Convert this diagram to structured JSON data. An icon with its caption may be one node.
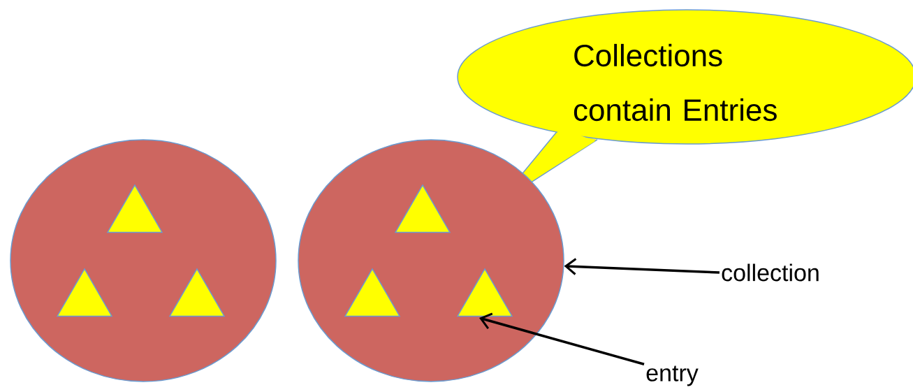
{
  "diagram": {
    "nodes": [
      {
        "text": [
          "Collections contain Entries"
        ]
      },
      {
        "text": [],
        "shape": "circle"
      },
      {
        "text": [],
        "shape": "triangle",
        "in": 1
      },
      {
        "text": [],
        "shape": "triangle",
        "in": 1
      },
      {
        "text": [],
        "shape": "triangle",
        "in": 1
      },
      {
        "text": [],
        "shape": "circle"
      },
      {
        "text": [],
        "shape": "triangle",
        "in": 5
      },
      {
        "text": [],
        "shape": "triangle",
        "in": 5
      },
      {
        "text": [],
        "shape": "triangle",
        "in": 5
      },
      {
        "text": [
          "collection"
        ]
      },
      {
        "text": [
          "entry"
        ]
      }
    ],
    "edges": [
      {
        "from": 9,
        "to": 5,
        "arrow": "to"
      },
      {
        "from": 10,
        "to": 8,
        "arrow": "to"
      }
    ]
  }
}
